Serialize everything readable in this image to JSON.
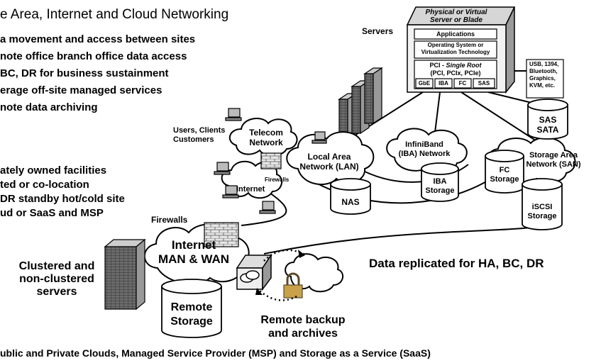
{
  "title": "e Area, Internet and Cloud Networking",
  "bullets_top": [
    "a movement and access between sites",
    "note office branch office data access",
    "BC, DR for business sustainment",
    "erage off-site managed services",
    "note data archiving"
  ],
  "bullets_bottom": [
    "ately owned facilities",
    "ted or co-location",
    "DR standby hot/cold site",
    "ud or SaaS and MSP"
  ],
  "server_box": {
    "header": "Physical or Virtual\nServer or Blade",
    "applications": "Applications",
    "os": "Operating System or\nVirtualization Technology",
    "pci_title_prefix": "PCI - ",
    "pci_title_em": "Single Root",
    "pci_sub": "(PCI, PCIx, PCIe)",
    "ports": [
      "GbE",
      "IBA",
      "FC",
      "SAS"
    ],
    "peripherals": "USB, 1394,\nBluetooth,\nGraphics,\nKVM, etc."
  },
  "labels": {
    "servers": "Servers",
    "users": "Users, Clients\nCustomers",
    "telecom": "Telecom\nNetwork",
    "firewalls_small": "Firewalls",
    "internet_small": "Internet",
    "lan": "Local Area\nNetwork (LAN)",
    "infiniband": "InfiniBand\n(IBA) Network",
    "iba_storage": "IBA\nStorage",
    "nas": "NAS",
    "sas_sata": "SAS\nSATA",
    "fc_storage": "FC\nStorage",
    "san": "Storage Area\nNetwork (SAN)",
    "iscsi": "iSCSI\nStorage",
    "firewalls": "Firewalls",
    "internet_wan": "Internet\nMAN & WAN",
    "clustered": "Clustered and\nnon-clustered\nservers",
    "remote_storage": "Remote\nStorage",
    "remote_backup": "Remote backup\nand archives",
    "replicated": "Data replicated for HA, BC, DR",
    "footer": "ublic and Private Clouds, Managed Service Provider (MSP) and Storage as a Service (SaaS)"
  }
}
